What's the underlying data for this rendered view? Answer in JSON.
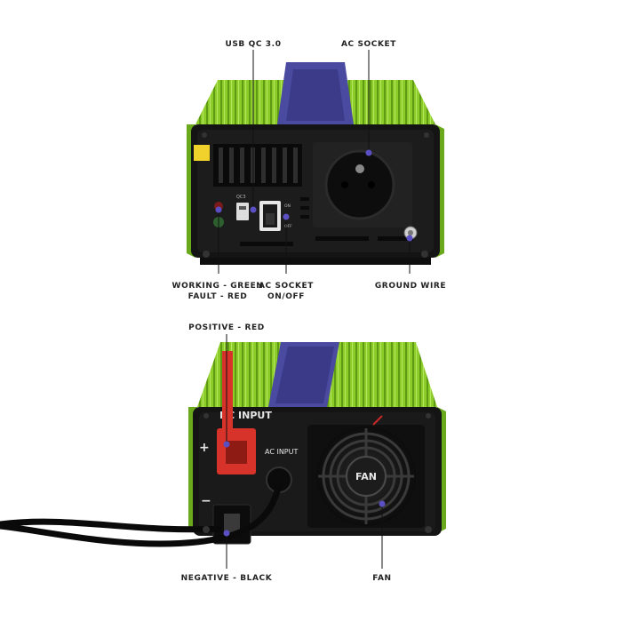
{
  "top_view": {
    "labels": {
      "usb_qc": "USB QC 3.0",
      "ac_socket": "AC SOCKET",
      "working_line1": "WORKING - GREEN",
      "working_line2": "FAULT - RED",
      "ac_onoff_line1": "AC SOCKET",
      "ac_onoff_line2": "ON/OFF",
      "ground_wire": "GROUND WIRE"
    },
    "panel_text": {
      "qc3": "QC3",
      "on": "ON",
      "off": "OFF"
    }
  },
  "bottom_view": {
    "labels": {
      "positive": "POSITIVE - RED",
      "negative": "NEGATIVE - BLACK",
      "fan": "FAN"
    },
    "panel_text": {
      "dc_input": "DC INPUT",
      "plus": "+",
      "minus": "−",
      "ac_input": "AC INPUT",
      "fan_center": "FAN"
    }
  },
  "colors": {
    "housing_green": "#8ccd2a",
    "housing_dark_green": "#5e9a12",
    "panel_black": "#141414",
    "brand_band": "#4a4aa0",
    "marker_purple": "#5b4fc4",
    "positive_red": "#d8332a"
  }
}
